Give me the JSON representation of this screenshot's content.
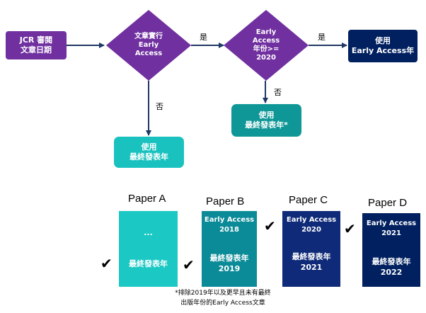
{
  "flowchart": {
    "start_lines": [
      "JCR 審閱",
      "文章日期"
    ],
    "decision1_lines": [
      "文章實行",
      "Early",
      "Access"
    ],
    "decision2_lines": [
      "Early",
      "Access",
      "年份>=",
      "2020"
    ],
    "yes1": "是",
    "yes2": "是",
    "no1": "否",
    "no2": "否",
    "result_ea_lines": [
      "使用",
      "Early Access年"
    ],
    "result_final1_lines": [
      "使用",
      "最終發表年"
    ],
    "result_final2_lines": [
      "使用",
      "最終發表年*"
    ]
  },
  "papers": [
    {
      "title": "Paper A",
      "ea_lines": [
        "..."
      ],
      "final_lines": [
        "最終發表年"
      ],
      "checked": true
    },
    {
      "title": "Paper B",
      "ea_lines": [
        "Early Access",
        "2018"
      ],
      "final_lines": [
        "最終發表年",
        "2019"
      ],
      "checked": true
    },
    {
      "title": "Paper C",
      "ea_lines": [
        "Early Access",
        "2020"
      ],
      "final_lines": [
        "最終發表年",
        "2021"
      ],
      "checked": true
    },
    {
      "title": "Paper D",
      "ea_lines": [
        "Early Access",
        "2021"
      ],
      "final_lines": [
        "最終發表年",
        "2022"
      ],
      "checked": false
    }
  ],
  "check_symbol": "✔",
  "footnote": {
    "line1": "*排除2019年以及更早且未有最終",
    "line2": "出版年份的Early Access文章"
  },
  "colors": {
    "purple": "#7030a0",
    "navy": "#002060",
    "teal": "#0f9696",
    "light_teal": "#1bc8c4",
    "mid_teal": "#0b8a97",
    "dark_blue": "#0f2a78",
    "arrow": "#1f3864"
  }
}
